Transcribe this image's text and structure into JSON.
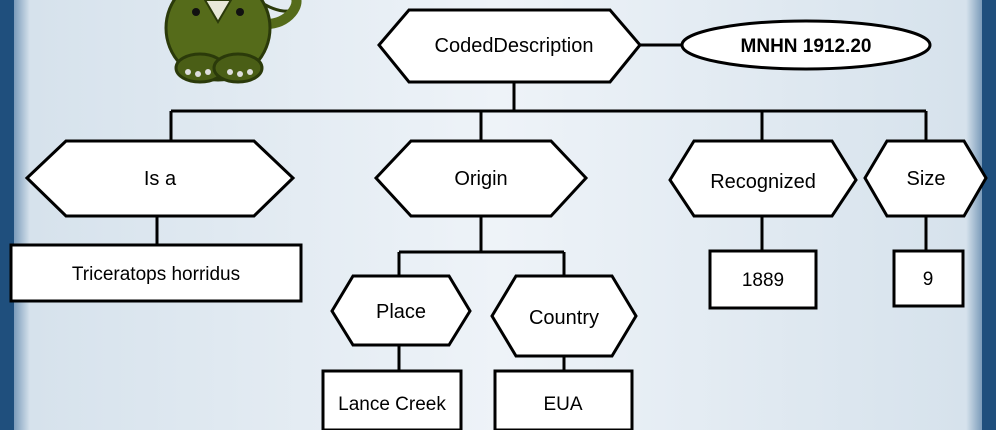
{
  "root": {
    "label": "CodedDescription",
    "id_label": "MNHN 1912.20"
  },
  "categories": [
    {
      "label": "Is a",
      "values": [
        "Triceratops horridus"
      ]
    },
    {
      "label": "Origin",
      "children": [
        {
          "label": "Place",
          "values": [
            "Lance Creek"
          ]
        },
        {
          "label": "Country",
          "values": [
            "EUA"
          ]
        }
      ]
    },
    {
      "label": "Recognized",
      "values": [
        "1889"
      ]
    },
    {
      "label": "Size",
      "values": [
        "9"
      ]
    }
  ],
  "colors": {
    "background_light": "#e9eff5",
    "background_dark": "#1f4f7d",
    "stroke": "#000000",
    "fill": "#ffffff",
    "mascot_green": "#556b1a"
  },
  "mascot_icon": "triceratops-cartoon-icon"
}
